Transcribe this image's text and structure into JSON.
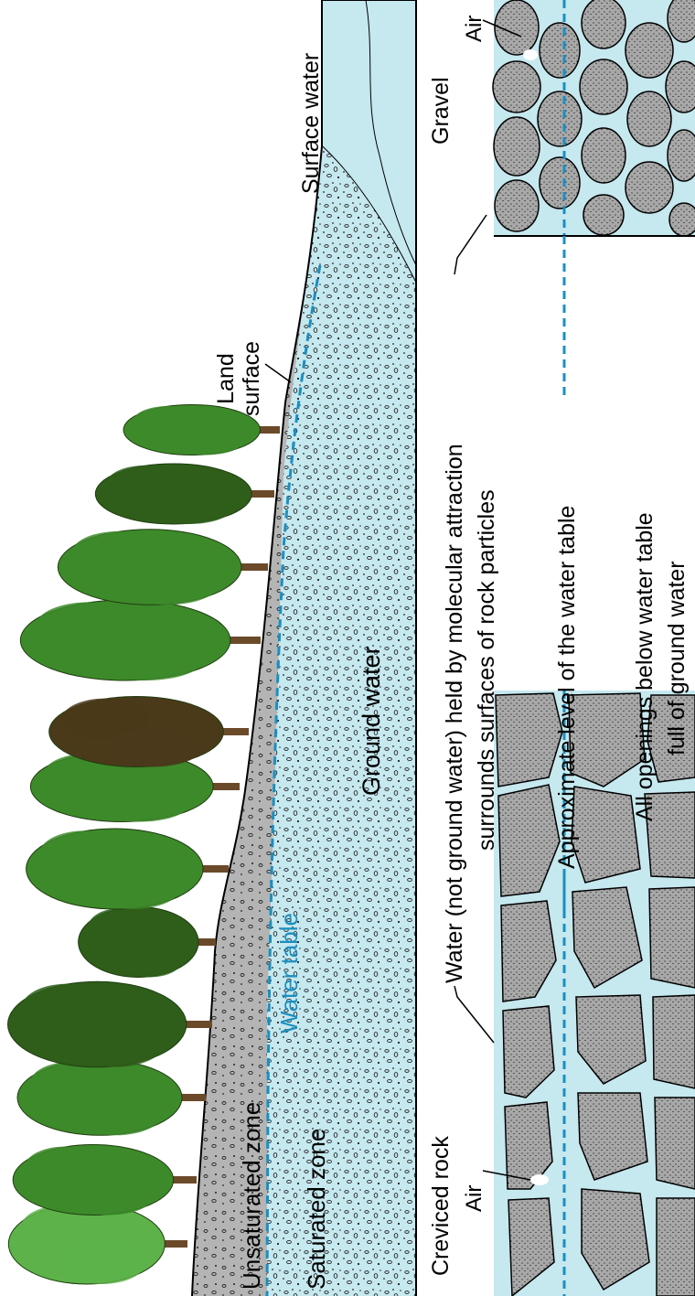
{
  "labels": {
    "surface_water": "Surface water",
    "land": "Land",
    "surface": "surface",
    "unsaturated_zone": "Unsaturated zone",
    "water_table": "Water table",
    "saturated_zone": "Saturated zone",
    "ground_water": "Ground water",
    "creviced_rock": "Creviced rock",
    "air_left": "Air",
    "gravel": "Gravel",
    "air_right": "Air",
    "molecular_line1": "Water (not ground water) held by molecular attraction",
    "molecular_line2": "surrounds surfaces of rock particles",
    "approx_level": "Approximate level of the water table",
    "openings_line1": "All openings below water table",
    "openings_line2": "full of ground water"
  },
  "colors": {
    "water": "#c6e8ef",
    "water_table_line": "#1b8fc0",
    "rock": "#a8a8a8",
    "unsaturated": "#b4b4b4",
    "tree_dark": "#2e5e1a",
    "tree_mid": "#3d8a2a",
    "tree_light": "#5db34a",
    "tree_brown": "#4a3a1a",
    "trunk": "#6b4a2a"
  }
}
